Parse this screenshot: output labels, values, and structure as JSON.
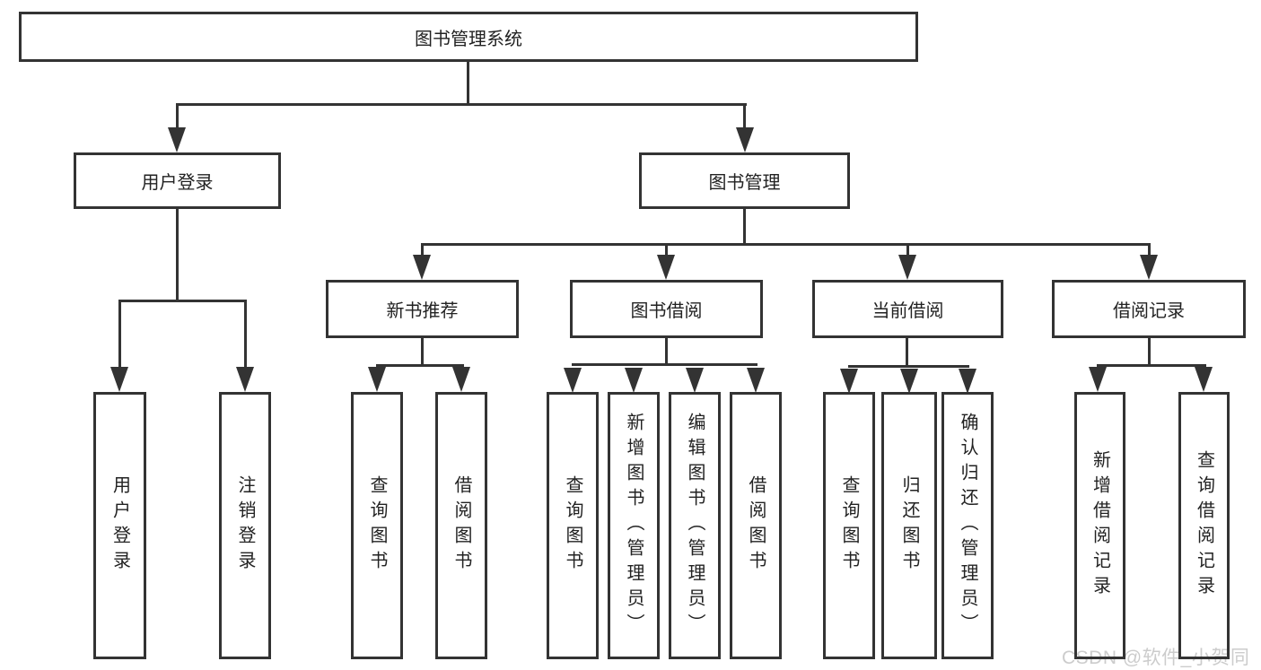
{
  "tree": {
    "root": {
      "label": "图书管理系统"
    },
    "branches": [
      {
        "label": "用户登录",
        "leaves": [
          {
            "label": "用户登录"
          },
          {
            "label": "注销登录"
          }
        ]
      },
      {
        "label": "图书管理",
        "sections": [
          {
            "label": "新书推荐",
            "leaves": [
              {
                "label": "查询图书"
              },
              {
                "label": "借阅图书"
              }
            ]
          },
          {
            "label": "图书借阅",
            "leaves": [
              {
                "label": "查询图书"
              },
              {
                "label": "新增图书（管理员）"
              },
              {
                "label": "编辑图书（管理员）"
              },
              {
                "label": "借阅图书"
              }
            ]
          },
          {
            "label": "当前借阅",
            "leaves": [
              {
                "label": "查询图书"
              },
              {
                "label": "归还图书"
              },
              {
                "label": "确认归还（管理员）"
              }
            ]
          },
          {
            "label": "借阅记录",
            "leaves": [
              {
                "label": "新增借阅记录"
              },
              {
                "label": "查询借阅记录"
              }
            ]
          }
        ]
      }
    ]
  },
  "watermark": "CSDN @软件_小贺同学",
  "colors": {
    "line": "#333333",
    "text": "#222222",
    "watermark": "#cccccc",
    "background": "#ffffff"
  }
}
